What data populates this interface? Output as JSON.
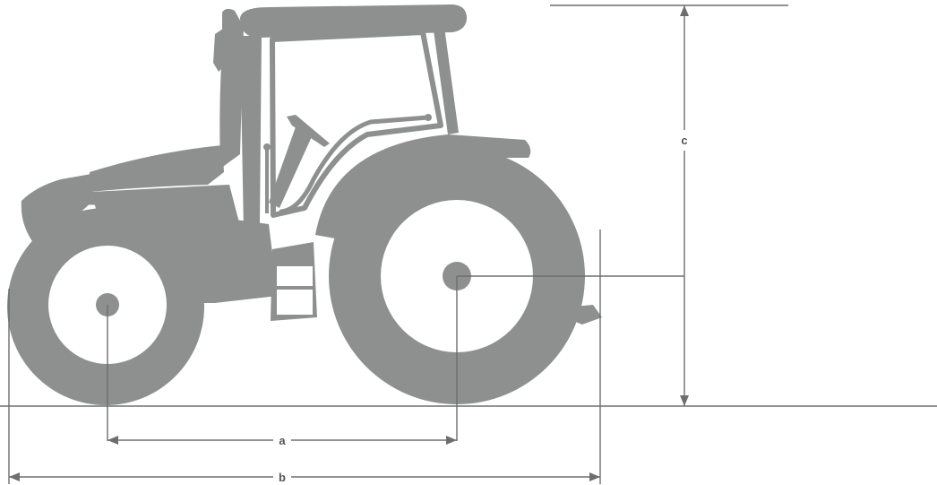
{
  "dimensions": {
    "a": {
      "label": "a"
    },
    "b": {
      "label": "b"
    },
    "c": {
      "label": "c"
    }
  },
  "colors": {
    "tractor": "#8e8f8f",
    "line": "#6e6e6e",
    "background": "#ffffff"
  }
}
